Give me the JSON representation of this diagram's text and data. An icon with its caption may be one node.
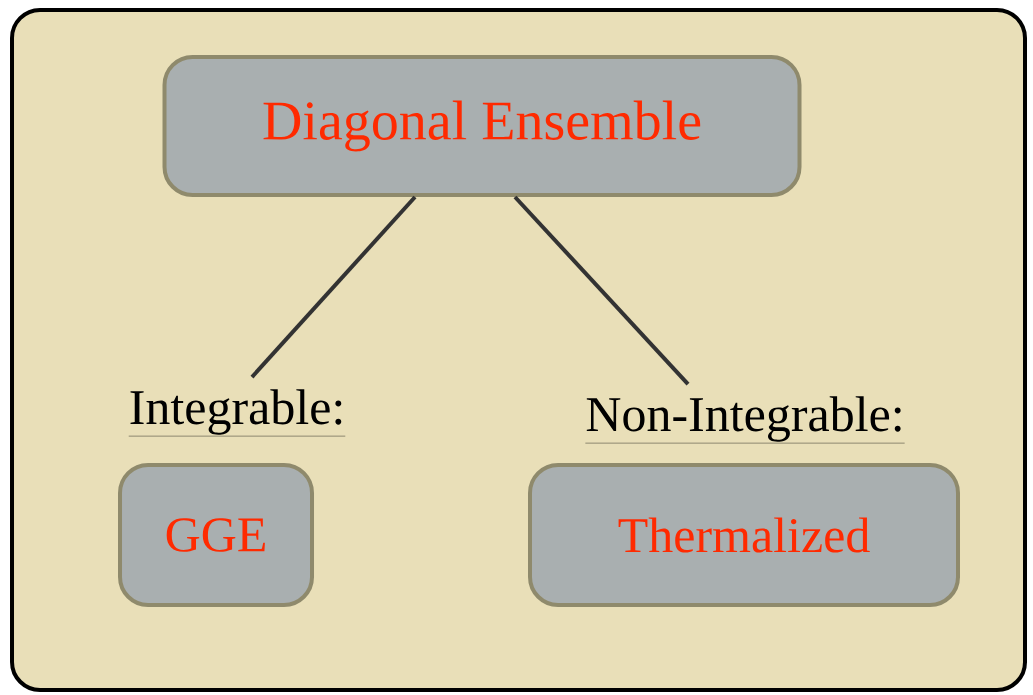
{
  "diagram": {
    "nodes": [
      {
        "text": [
          "Diagonal Ensemble"
        ]
      },
      {
        "text": [
          "Integrable:"
        ]
      },
      {
        "text": [
          "GGE"
        ]
      },
      {
        "text": [
          "Non-Integrable:"
        ]
      },
      {
        "text": [
          "Thermalized"
        ]
      }
    ],
    "edges": [
      {
        "from": 0,
        "to": 1,
        "arrow": "none"
      },
      {
        "from": 0,
        "to": 3,
        "arrow": "none"
      }
    ]
  }
}
